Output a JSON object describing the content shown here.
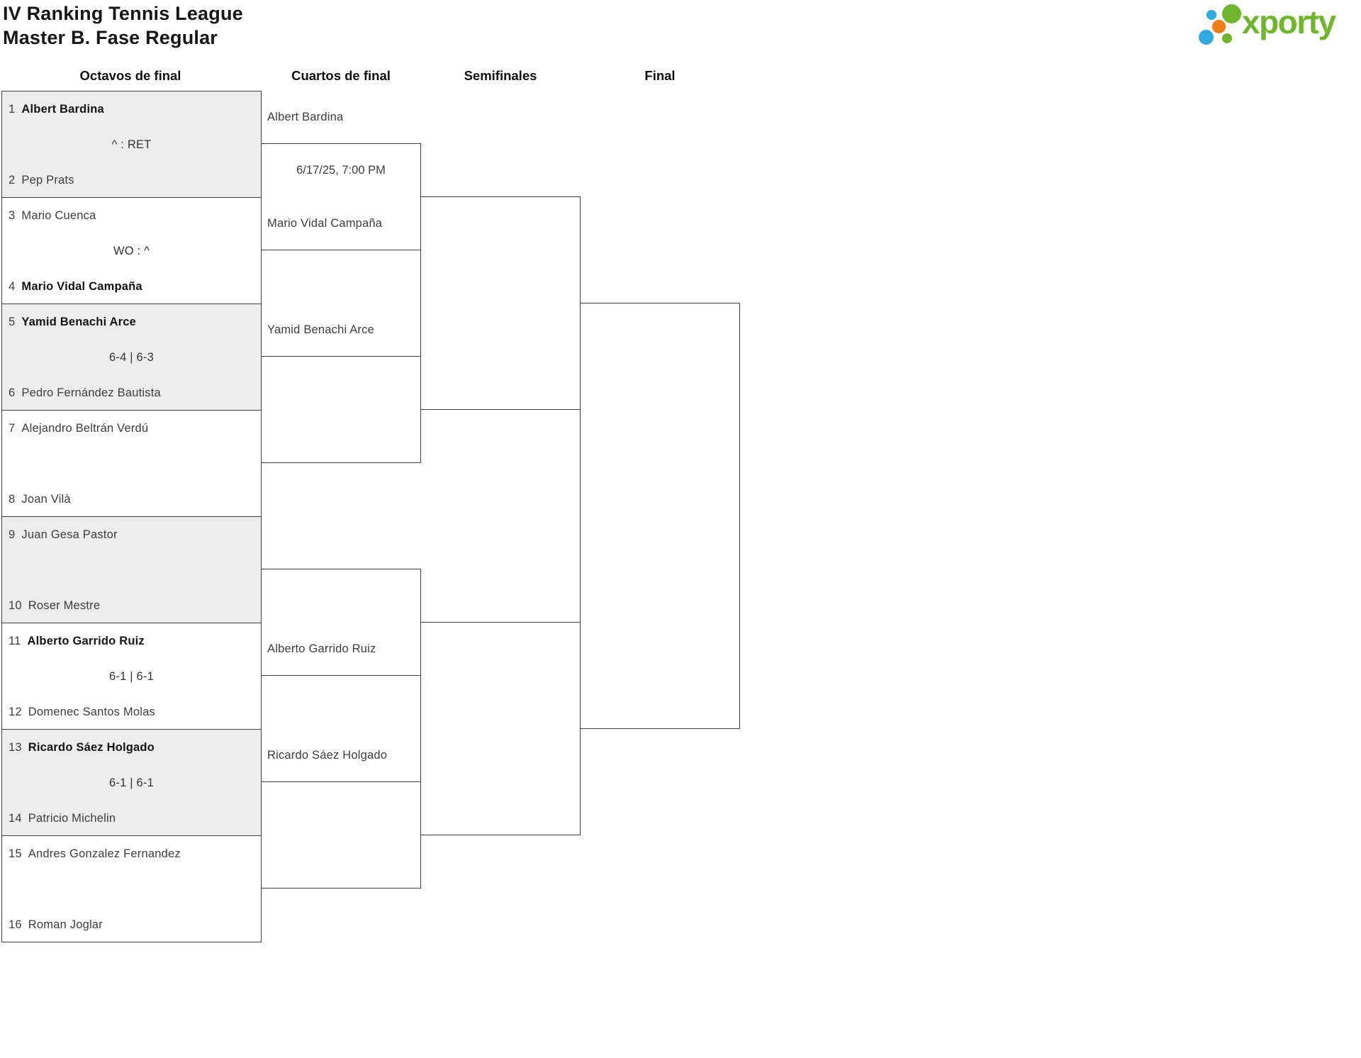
{
  "header": {
    "title_line1": "IV Ranking Tennis League",
    "title_line2": "Master B. Fase Regular"
  },
  "logo": {
    "text": "xporty",
    "green": "#70b62c",
    "blue": "#2fa9e0",
    "orange": "#ee7d17"
  },
  "columns": [
    {
      "label": "Octavos de final"
    },
    {
      "label": "Cuartos de final"
    },
    {
      "label": "Semifinales"
    },
    {
      "label": "Final"
    }
  ],
  "colors": {
    "shaded_box": "#ededed",
    "line": "#404040"
  },
  "round_of_16": [
    {
      "seed_top": "1",
      "player_top": "Albert Bardina",
      "top_winner": true,
      "result": "^ : RET",
      "seed_bottom": "2",
      "player_bottom": "Pep Prats",
      "bottom_winner": false,
      "shaded": true
    },
    {
      "seed_top": "3",
      "player_top": "Mario Cuenca",
      "top_winner": false,
      "result": "WO : ^",
      "seed_bottom": "4",
      "player_bottom": "Mario Vidal Campaña",
      "bottom_winner": true,
      "shaded": false
    },
    {
      "seed_top": "5",
      "player_top": "Yamid Benachi Arce",
      "top_winner": true,
      "result": "6-4 | 6-3",
      "seed_bottom": "6",
      "player_bottom": "Pedro Fernández Bautista",
      "bottom_winner": false,
      "shaded": true
    },
    {
      "seed_top": "7",
      "player_top": "Alejandro Beltrán Verdú",
      "top_winner": false,
      "result": "",
      "seed_bottom": "8",
      "player_bottom": "Joan Vilà",
      "bottom_winner": false,
      "shaded": false
    },
    {
      "seed_top": "9",
      "player_top": "Juan Gesa Pastor",
      "top_winner": false,
      "result": "",
      "seed_bottom": "10",
      "player_bottom": "Roser Mestre",
      "bottom_winner": false,
      "shaded": true
    },
    {
      "seed_top": "11",
      "player_top": "Alberto Garrido Ruiz",
      "top_winner": true,
      "result": "6-1 | 6-1",
      "seed_bottom": "12",
      "player_bottom": "Domenec Santos Molas",
      "bottom_winner": false,
      "shaded": false
    },
    {
      "seed_top": "13",
      "player_top": "Ricardo Sáez Holgado",
      "top_winner": true,
      "result": "6-1 | 6-1",
      "seed_bottom": "14",
      "player_bottom": "Patricio Michelin",
      "bottom_winner": false,
      "shaded": true
    },
    {
      "seed_top": "15",
      "player_top": "Andres Gonzalez Fernandez",
      "top_winner": false,
      "result": "",
      "seed_bottom": "16",
      "player_bottom": "Roman Joglar",
      "bottom_winner": false,
      "shaded": false
    }
  ],
  "quarterfinals": [
    {
      "player_top": "Albert Bardina",
      "info": "6/17/25, 7:00 PM",
      "player_bottom": "Mario Vidal Campaña"
    },
    {
      "player_top": "Yamid Benachi Arce",
      "info": "",
      "player_bottom": ""
    },
    {
      "player_top": "",
      "info": "",
      "player_bottom": "Alberto Garrido Ruiz"
    },
    {
      "player_top": "Ricardo Sáez Holgado",
      "info": "",
      "player_bottom": ""
    }
  ],
  "semifinals": [
    {
      "player_top": "",
      "info": "",
      "player_bottom": ""
    },
    {
      "player_top": "",
      "info": "",
      "player_bottom": ""
    }
  ],
  "final": {
    "player_top": "",
    "info": "",
    "player_bottom": ""
  }
}
